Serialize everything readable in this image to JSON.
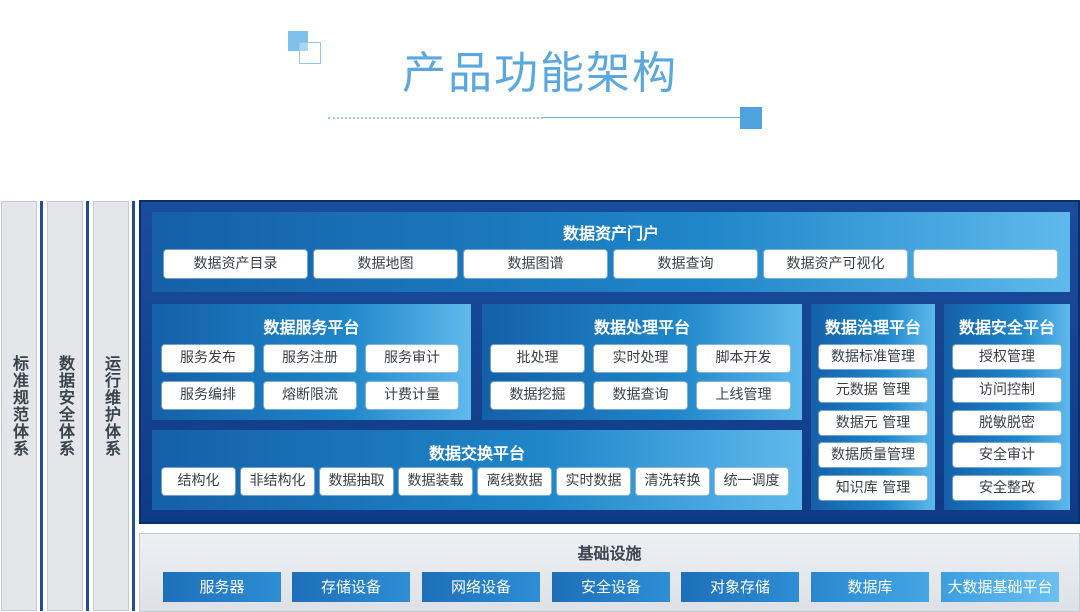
{
  "header": {
    "title": "产品功能架构"
  },
  "side": [
    "标准规范体系",
    "数据安全体系",
    "运行维护体系"
  ],
  "portal": {
    "title": "数据资产门户",
    "items": [
      "数据资产目录",
      "数据地图",
      "数据图谱",
      "数据查询",
      "数据资产可视化",
      ""
    ]
  },
  "service": {
    "title": "数据服务平台",
    "items": [
      "服务发布",
      "服务注册",
      "服务审计",
      "服务编排",
      "熔断限流",
      "计费计量"
    ]
  },
  "processing": {
    "title": "数据处理平台",
    "items": [
      "批处理",
      "实时处理",
      "脚本开发",
      "数据挖掘",
      "数据查询",
      "上线管理"
    ]
  },
  "exchange": {
    "title": "数据交换平台",
    "items": [
      "结构化",
      "非结构化",
      "数据抽取",
      "数据装载",
      "离线数据",
      "实时数据",
      "清洗转换",
      "统一调度"
    ]
  },
  "governance": {
    "title": "数据治理平台",
    "items": [
      "数据标准管理",
      "元数据 管理",
      "数据元 管理",
      "数据质量管理",
      "知识库 管理"
    ]
  },
  "security": {
    "title": "数据安全平台",
    "items": [
      "授权管理",
      "访问控制",
      "脱敏脱密",
      "安全审计",
      "安全整改"
    ]
  },
  "infrastructure": {
    "title": "基础设施",
    "items": [
      "服务器",
      "存储设备",
      "网络设备",
      "安全设备",
      "对象存储",
      "数据库",
      "大数据基础平台"
    ]
  },
  "colors": {
    "title": "#5aa8dd",
    "panel_dark": "#0f3b86",
    "panel_light": "#5fb9ec",
    "infra_item": "#1d6fb8"
  }
}
